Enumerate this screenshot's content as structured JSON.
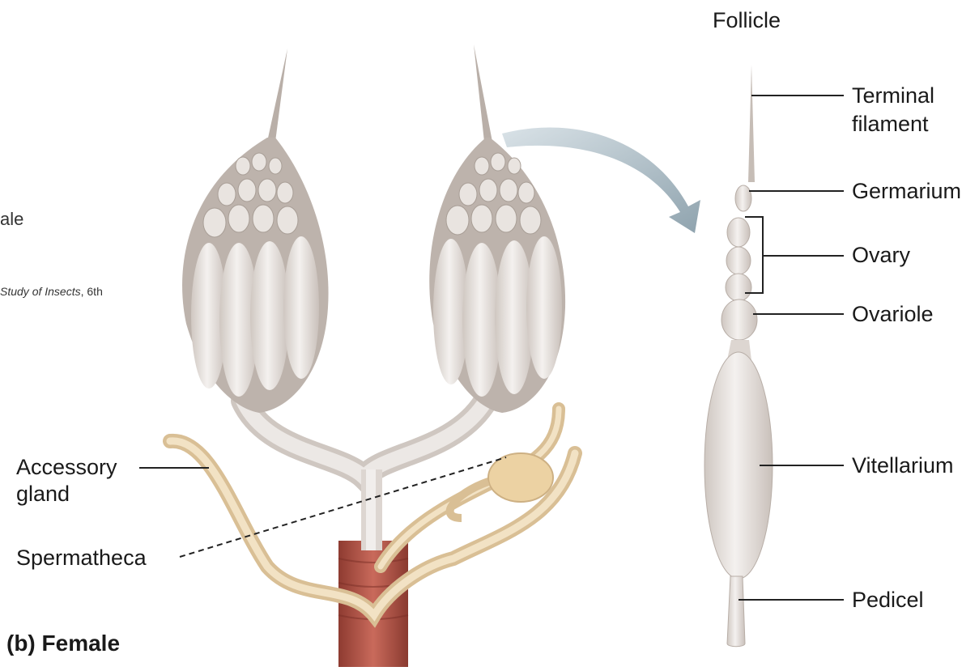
{
  "figure": {
    "panel_title": "(b)  Female",
    "cropped_left_text": {
      "line1": "ale",
      "line2_italic": "Study of Insects",
      "line2_rest": ", 6th"
    }
  },
  "left_labels": {
    "accessory_gland_line1": "Accessory",
    "accessory_gland_line2": "gland",
    "spermatheca": "Spermatheca"
  },
  "right_labels": {
    "follicle": "Follicle",
    "terminal_filament_line1": "Terminal",
    "terminal_filament_line2": "filament",
    "germarium": "Germarium",
    "ovary": "Ovary",
    "ovariole": "Ovariole",
    "vitellarium": "Vitellarium",
    "pedicel": "Pedicel"
  },
  "colors": {
    "tissue": "#e8e3e0",
    "tissue_dark": "#a59a92",
    "gland": "#ecd6ae",
    "spermatheca": "#f0d6a4",
    "oviduct": "#b85a4e",
    "arrow": "#9fb0ba",
    "leader": "#222222"
  }
}
